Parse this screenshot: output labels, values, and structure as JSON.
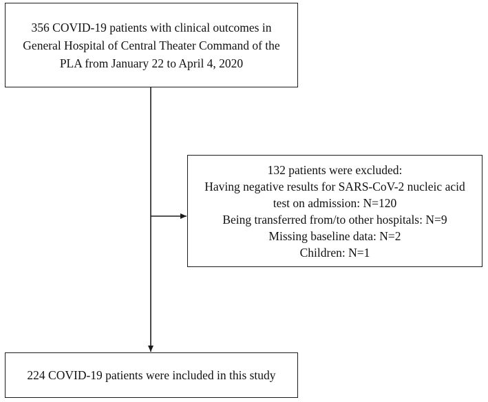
{
  "flowchart": {
    "top_box": {
      "lines": [
        "356 COVID-19 patients with clinical outcomes in",
        "General Hospital of Central Theater Command of the",
        "PLA from January 22 to April 4, 2020"
      ]
    },
    "excluded_box": {
      "lines": [
        "132 patients were excluded:",
        "Having negative results for SARS-CoV-2 nucleic acid",
        "test on admission: N=120",
        "Being transferred from/to other hospitals: N=9",
        "Missing baseline data: N=2",
        "Children: N=1"
      ]
    },
    "bottom_box": {
      "lines": [
        "224 COVID-19 patients were included in this study"
      ]
    },
    "line_color": "#1a1a1a"
  }
}
